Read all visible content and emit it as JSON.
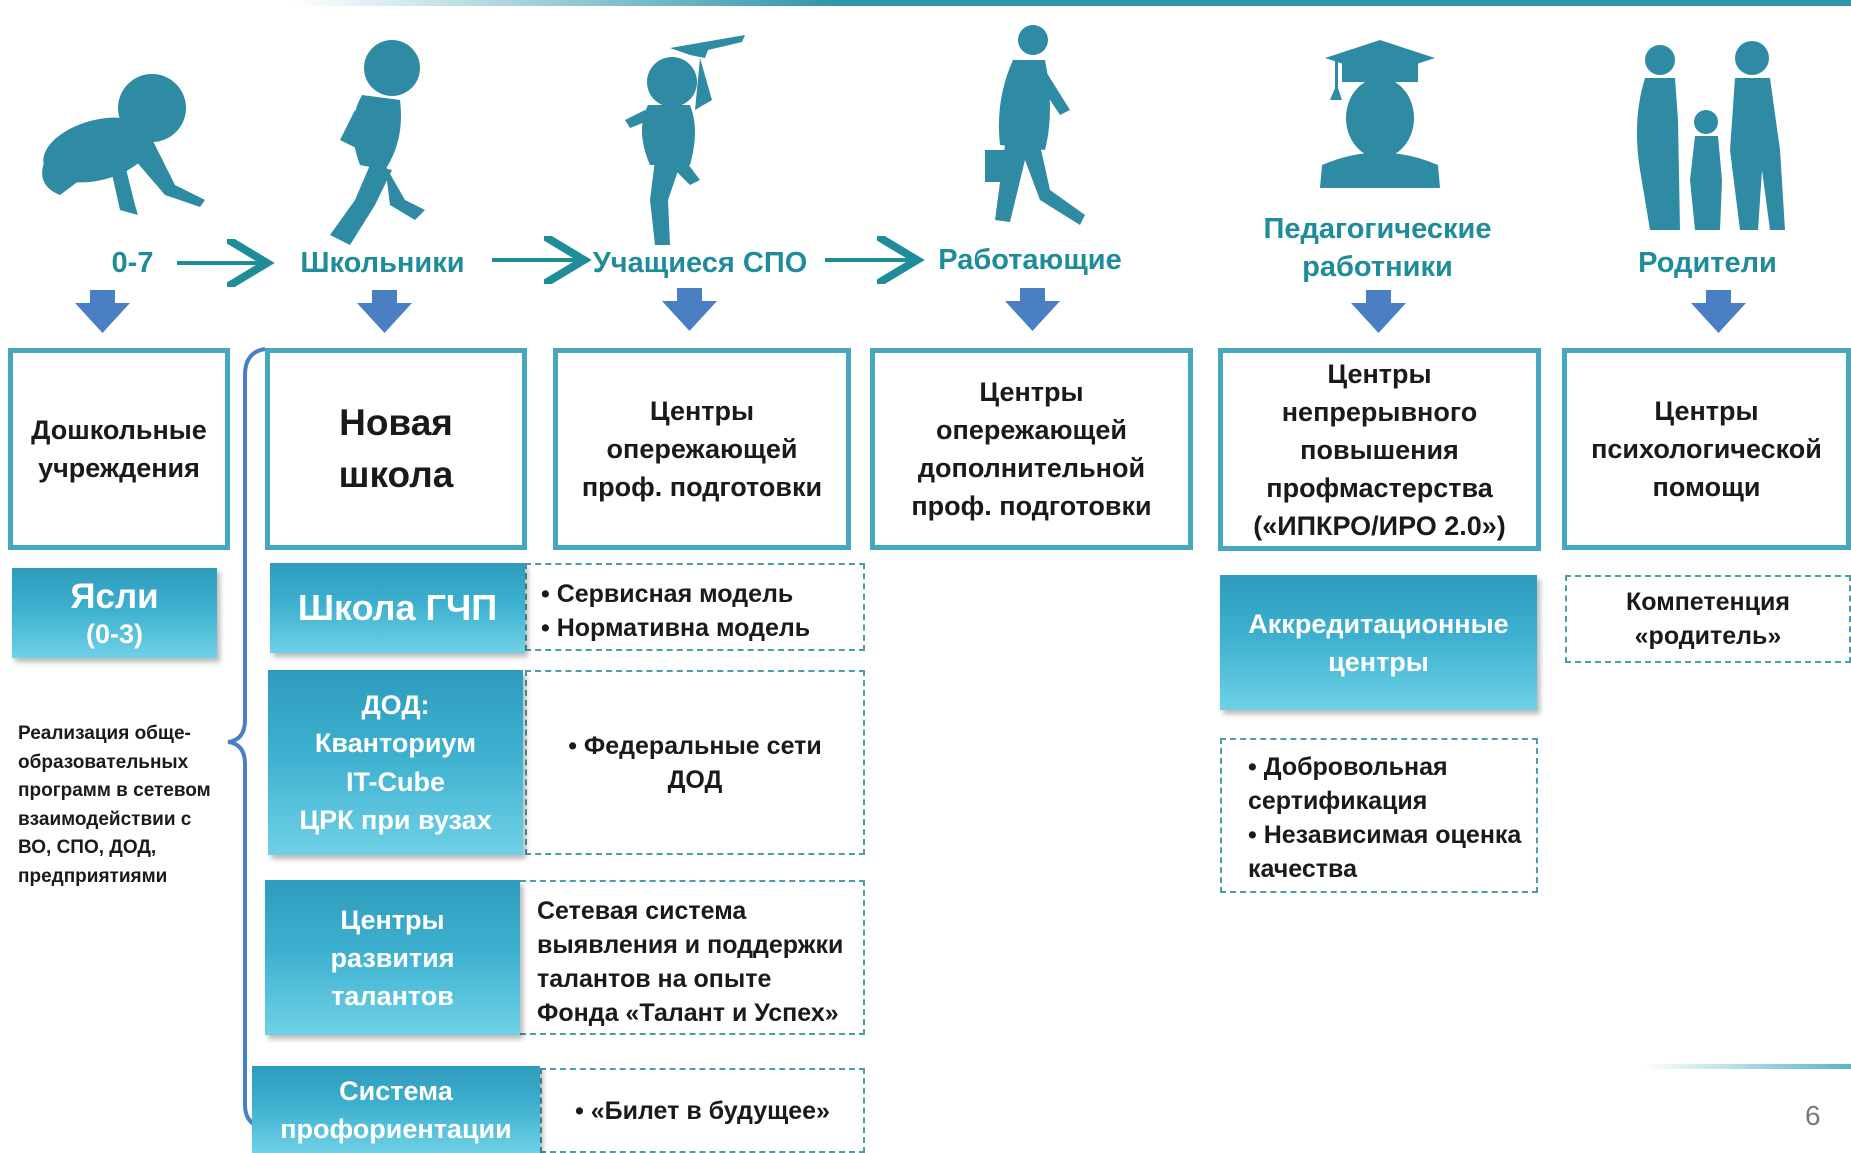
{
  "page_number": "6",
  "colors": {
    "accent": "#1f8c9a",
    "box_border": "#46a7bd",
    "down_arrow": "#4a7fc4",
    "silhouette": "#2f8aa3"
  },
  "groups": [
    {
      "label": "0-7",
      "icon": "crawling-baby-icon",
      "category": "Дошкольные\nучреждения"
    },
    {
      "label": "Школьники",
      "icon": "running-child-icon",
      "category": "Новая\nшкола"
    },
    {
      "label": "Учащиеся СПО",
      "icon": "child-with-plane-icon",
      "category": "Центры\nопережающей\nпроф. подготовки"
    },
    {
      "label": "Работающие",
      "icon": "walking-man-briefcase-icon",
      "category": "Центры\nопережающей\nдополнительной\nпроф. подготовки"
    },
    {
      "label": "Педагогические\nработники",
      "icon": "graduate-cap-icon",
      "category": "Центры\nнепрерывного\nповышения\nпрофмастерства\n(«ИПКРО/ИРО 2.0»)"
    },
    {
      "label": "Родители",
      "icon": "family-icon",
      "category": "Центры\nпсихологической\nпомощи"
    }
  ],
  "nursery": {
    "title": "Ясли",
    "sub": "(0-3)"
  },
  "side_note": "Реализация обще-\nобразовательных\nпрограмм в сетевом\nвзаимодействии с\nВО, СПО, ДОД,\nпредприятиями",
  "school_rows": [
    {
      "title": "Школа ГЧП",
      "bullets": [
        "Сервисная модель",
        "Нормативна модель"
      ]
    },
    {
      "title": "ДОД:\nКванториум\nIT-Cube\nЦРК при вузах",
      "bullets": [
        "Федеральные сети\nДОД"
      ]
    },
    {
      "title": "Центры\nразвития\nталантов",
      "text": "Сетевая система\nвыявления и поддержки\nталантов на опыте\nФонда «Талант и Успех»"
    },
    {
      "title": "Система\nпрофориентации",
      "bullets": [
        "«Билет в будущее»"
      ]
    }
  ],
  "teachers": {
    "title": "Аккредитационные\nцентры",
    "bullets": [
      "Добровольная\nсертификация",
      "Независимая оценка\nкачества"
    ]
  },
  "parents": {
    "text": "Компетенция\n«родитель»"
  }
}
